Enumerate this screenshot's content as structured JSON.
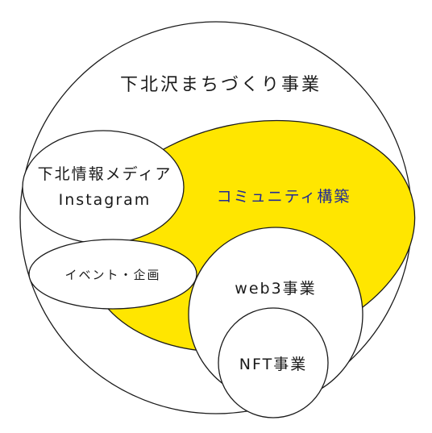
{
  "colors": {
    "outline": "#1a1a1a",
    "community_fill": "#ffe600",
    "community_text": "#1f2a96",
    "text": "#1a1a1a",
    "background": "#ffffff"
  },
  "labels": {
    "outer": "下北沢まちづくり事業",
    "community": "コミュニティ構築",
    "media_line1": "下北情報メディア",
    "media_line2": "Instagram",
    "event": "イベント・企画",
    "web3": "web3事業",
    "nft": "NFT事業"
  }
}
